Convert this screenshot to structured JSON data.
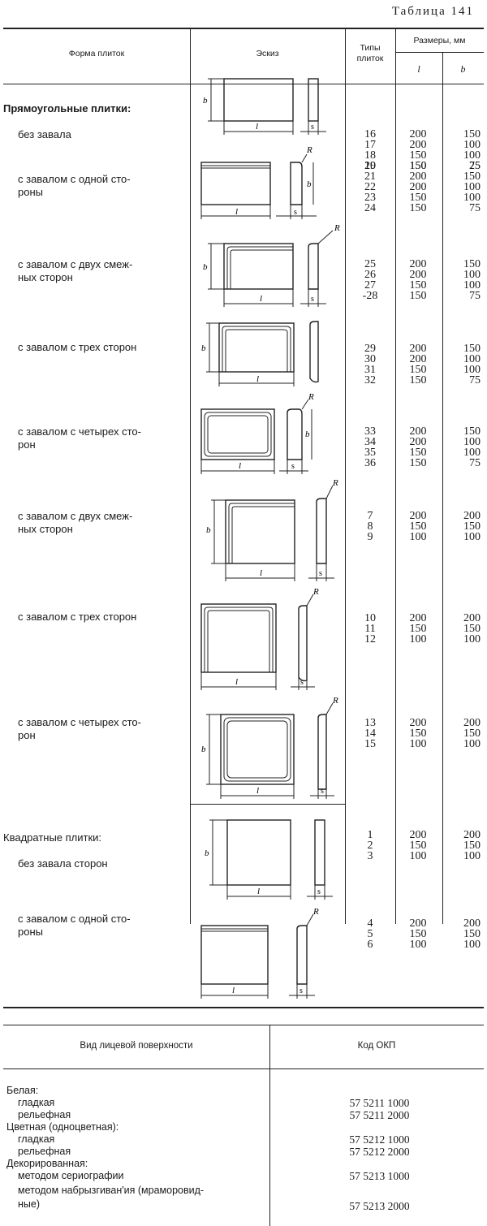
{
  "table_title": "Таблица 141",
  "headers": {
    "form": "Форма плиток",
    "sketch": "Эскиз",
    "types_l1": "Типы",
    "types_l2": "плиток",
    "sizes": "Размеры, мм",
    "l": "l",
    "b": "b"
  },
  "rows": [
    {
      "title": "Прямоугольные плитки:",
      "desc": "без завала",
      "types": [
        "16",
        "17",
        "18",
        "19"
      ],
      "l": [
        "200",
        "200",
        "150",
        "150"
      ],
      "b": [
        "150",
        "100",
        "100",
        "75"
      ]
    },
    {
      "desc": "с завалом с одной сто-\nроны",
      "types": [
        "20",
        "21",
        "22",
        "23",
        "24"
      ],
      "l": [
        "150",
        "200",
        "200",
        "150",
        "150"
      ],
      "b": [
        "25",
        "150",
        "100",
        "100",
        "75"
      ]
    },
    {
      "desc": "с завалом с двух смеж-\nных сторон",
      "types": [
        "25",
        "26",
        "27",
        "-28"
      ],
      "l": [
        "200",
        "200",
        "150",
        "150"
      ],
      "b": [
        "150",
        "100",
        "100",
        "75"
      ]
    },
    {
      "desc": "с завалом с трех сторон",
      "types": [
        "29",
        "30",
        "31",
        "32"
      ],
      "l": [
        "200",
        "200",
        "150",
        "150"
      ],
      "b": [
        "150",
        "100",
        "100",
        "75"
      ]
    },
    {
      "desc": "с завалом с четырех сто-\nрон",
      "types": [
        "33",
        "34",
        "35",
        "36"
      ],
      "l": [
        "200",
        "200",
        "150",
        "150"
      ],
      "b": [
        "150",
        "100",
        "100",
        "75"
      ]
    },
    {
      "desc": "с завалом с двух смеж-\nных сторон",
      "types": [
        "7",
        "8",
        "9"
      ],
      "l": [
        "200",
        "150",
        "100"
      ],
      "b": [
        "200",
        "150",
        "100"
      ]
    },
    {
      "desc": "с завалом с трех сторон",
      "types": [
        "10",
        "11",
        "12"
      ],
      "l": [
        "200",
        "150",
        "100"
      ],
      "b": [
        "200",
        "150",
        "100"
      ]
    },
    {
      "desc": "с завалом с четырех сто-\nрон",
      "types": [
        "13",
        "14",
        "15"
      ],
      "l": [
        "200",
        "150",
        "100"
      ],
      "b": [
        "200",
        "150",
        "100"
      ]
    },
    {
      "title": "Квадратные плитки:",
      "desc": "без завала сторон",
      "types": [
        "1",
        "2",
        "3"
      ],
      "l": [
        "200",
        "150",
        "100"
      ],
      "b": [
        "200",
        "150",
        "100"
      ]
    },
    {
      "desc": "с завалом с одной сто-\nроны",
      "types": [
        "4",
        "5",
        "6"
      ],
      "l": [
        "200",
        "150",
        "100"
      ],
      "b": [
        "200",
        "150",
        "100"
      ]
    }
  ],
  "sketch_labels": {
    "b": "b",
    "l": "l",
    "s": "s",
    "R": "R"
  },
  "okp": {
    "header_surface": "Вид лицевой поверхности",
    "header_code": "Код ОКП",
    "items": [
      {
        "label": "Белая:",
        "level": 0,
        "code": ""
      },
      {
        "label": "гладкая",
        "level": 1,
        "code": "57 5211 1000"
      },
      {
        "label": "рельефная",
        "level": 1,
        "code": "57 5211 2000"
      },
      {
        "label": "Цветная (одноцветная):",
        "level": 0,
        "code": ""
      },
      {
        "label": "гладкая",
        "level": 1,
        "code": "57 5212 1000"
      },
      {
        "label": "рельефная",
        "level": 1,
        "code": "57 5212 2000"
      },
      {
        "label": "Декорированная:",
        "level": 0,
        "code": ""
      },
      {
        "label": "методом сериографии",
        "level": 1,
        "code": "57 5213 1000"
      },
      {
        "label": "методом набрызгиван'ия (мраморовид-\nные)",
        "level": 1,
        "code": "57 5213 2000"
      }
    ]
  }
}
